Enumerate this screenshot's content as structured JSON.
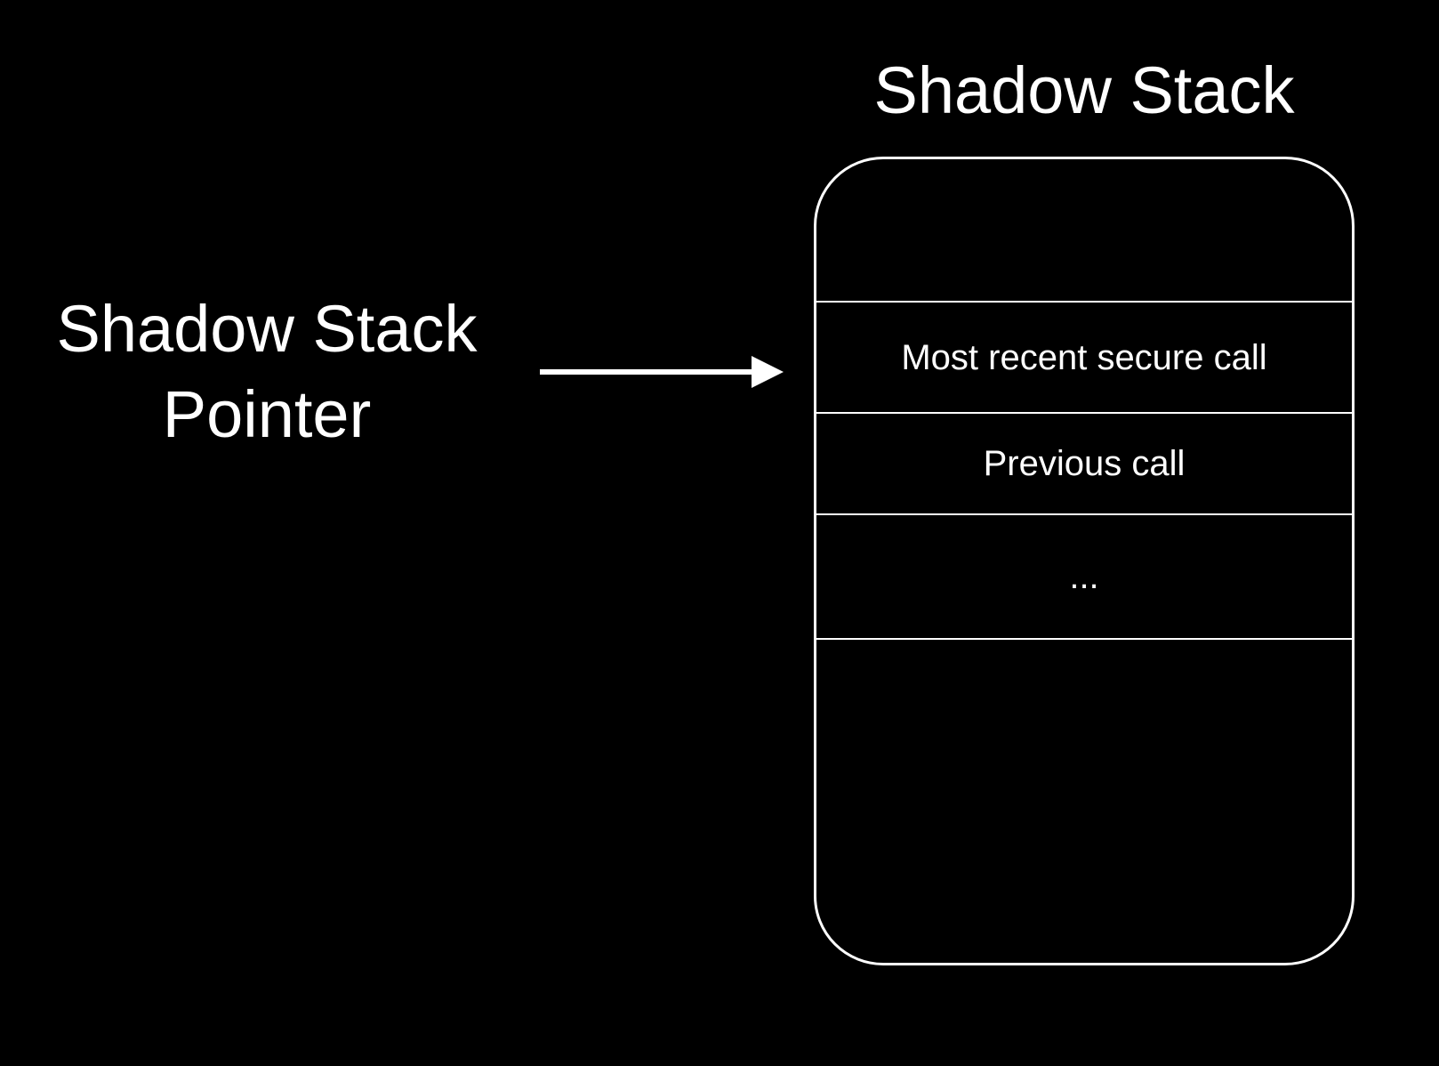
{
  "diagram": {
    "title": "Shadow Stack",
    "pointer_label": "Shadow Stack Pointer",
    "colors": {
      "background": "#000000",
      "foreground": "#ffffff"
    },
    "stack": {
      "rows": [
        {
          "name": "empty-top",
          "label": ""
        },
        {
          "name": "most-recent",
          "label": "Most recent secure call"
        },
        {
          "name": "previous",
          "label": "Previous call"
        },
        {
          "name": "ellipsis",
          "label": "..."
        },
        {
          "name": "empty-bottom",
          "label": ""
        }
      ]
    }
  }
}
